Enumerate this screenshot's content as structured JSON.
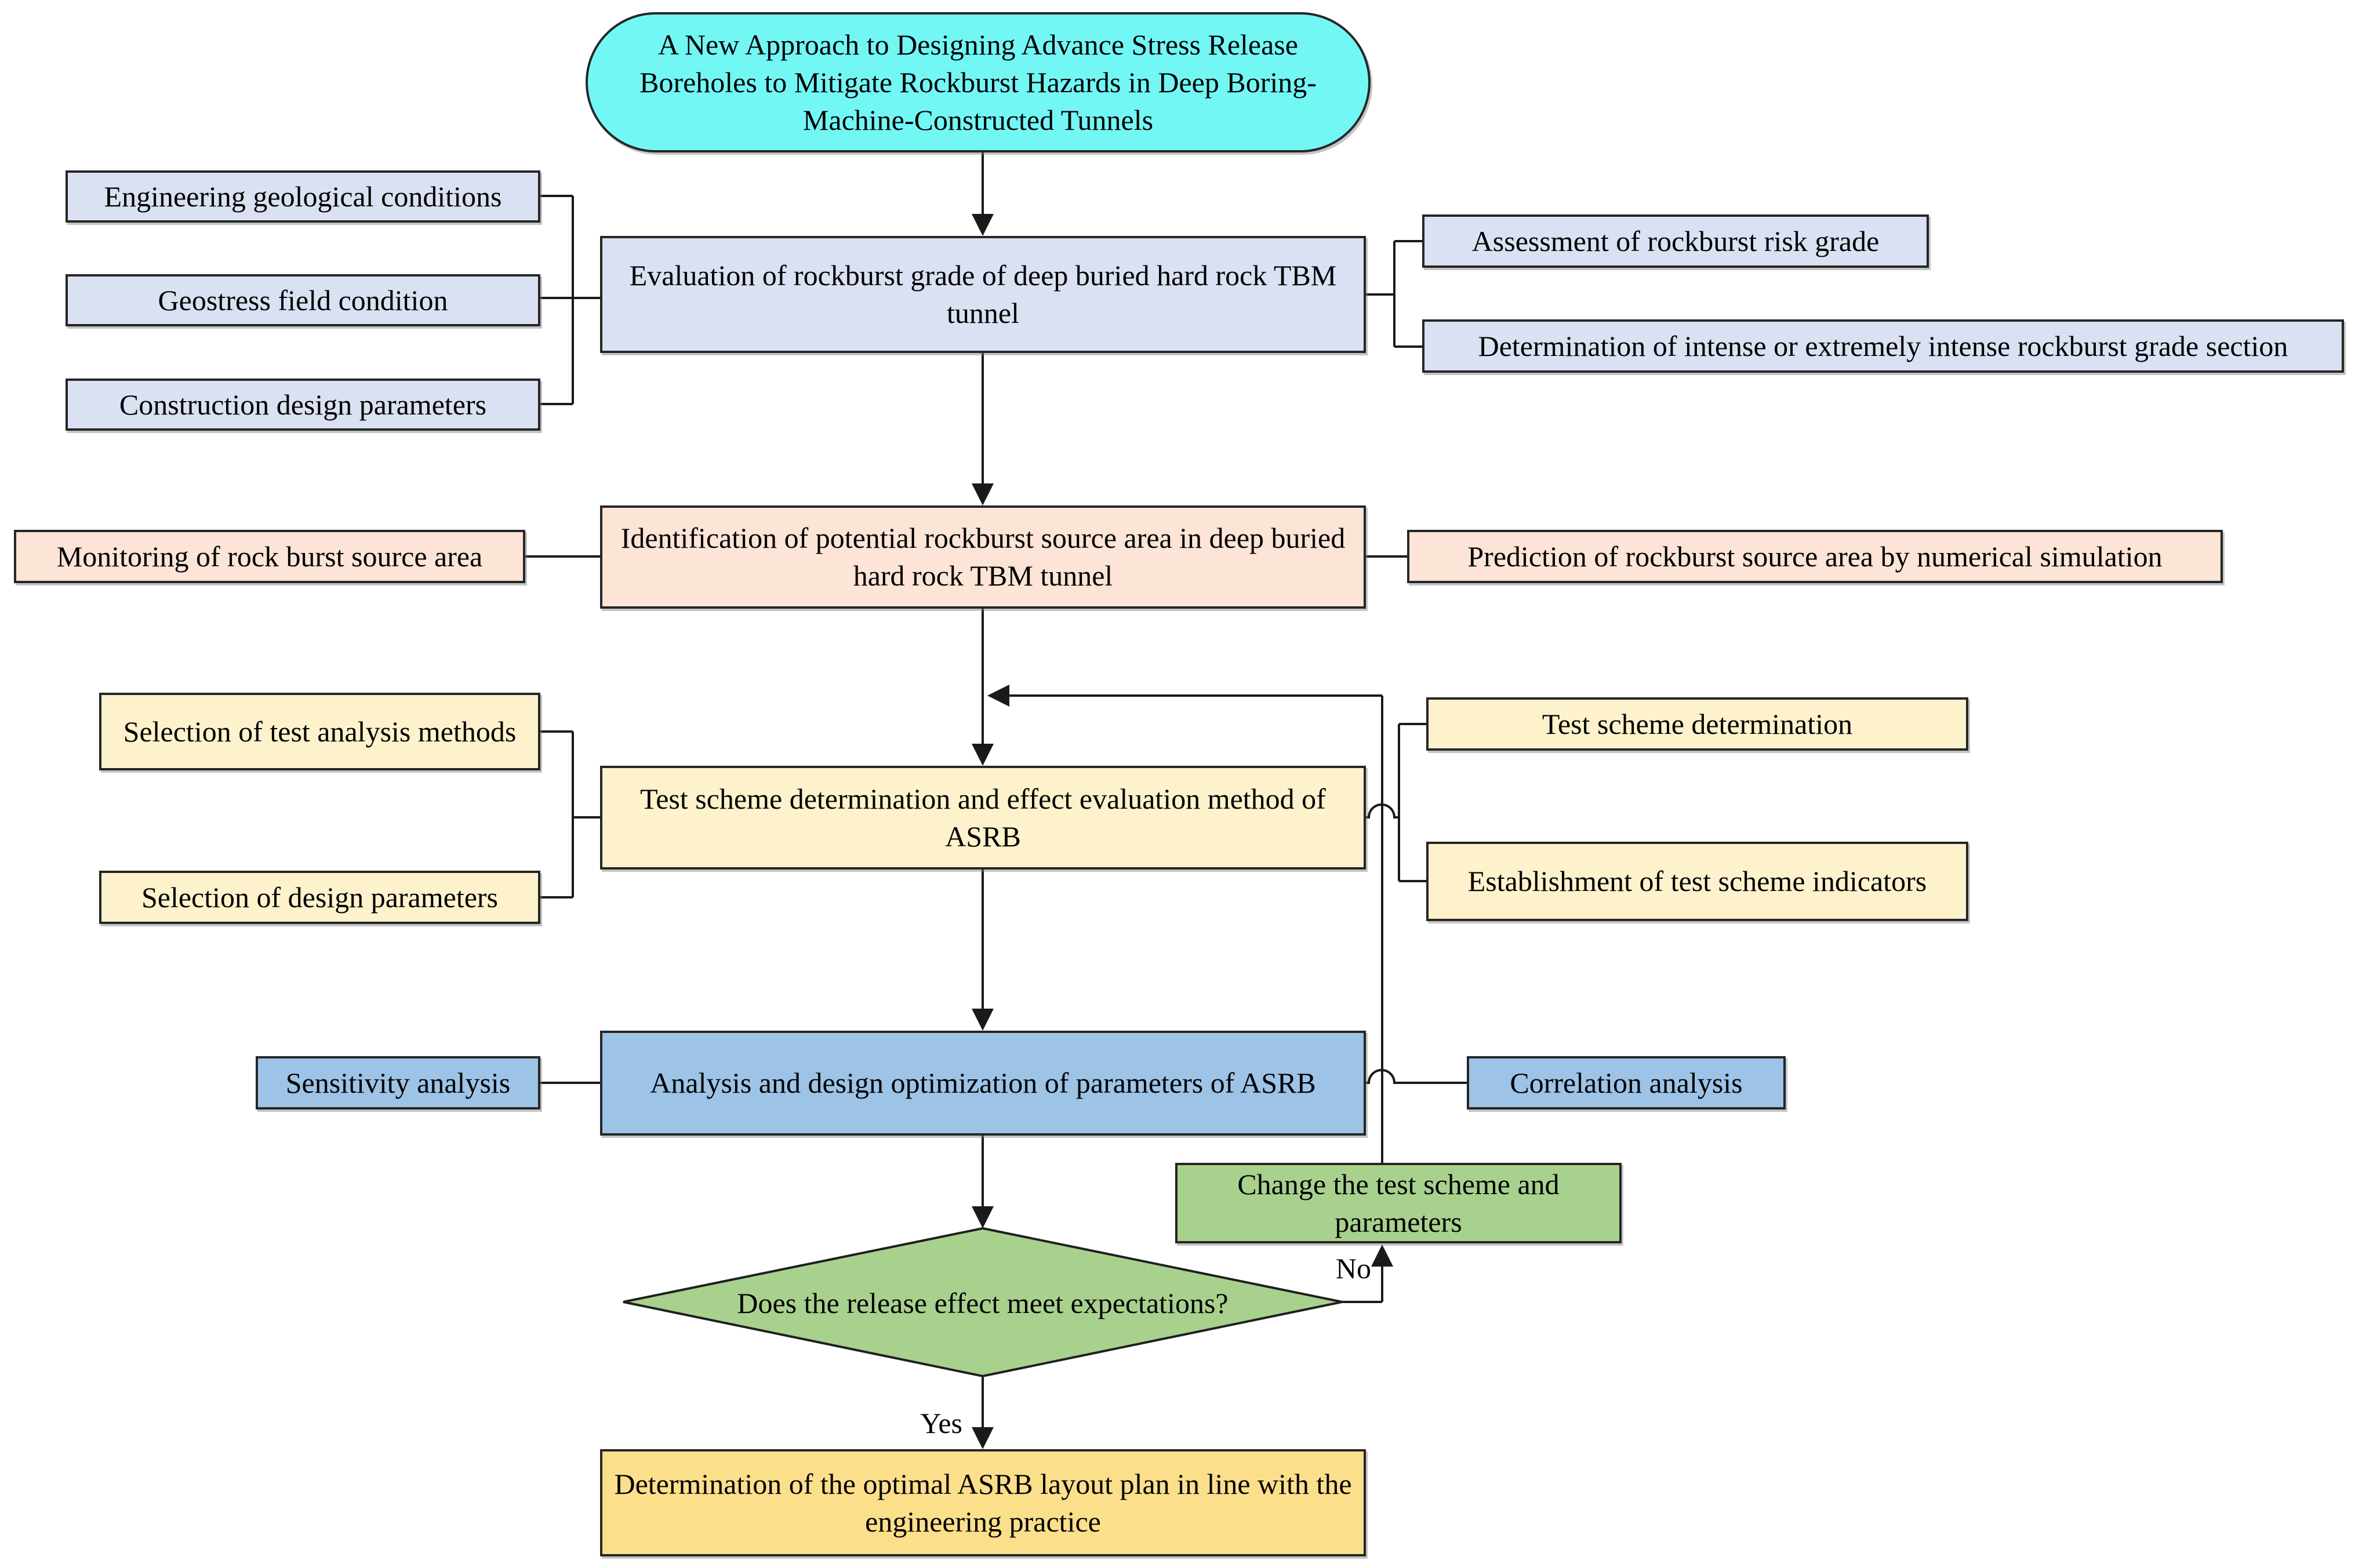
{
  "colors": {
    "cyan": "#72F7F5",
    "lavender": "#D9E1F2",
    "peach": "#FCE4D6",
    "cream": "#FDF2CC",
    "blue": "#9DC3E6",
    "green": "#A9D18E",
    "amber": "#FBDF8B",
    "line": "#1A1A1A"
  },
  "nodes": {
    "title": "A New Approach to Designing Advance Stress Release Boreholes to Mitigate Rockburst Hazards in Deep Boring-Machine-Constructed Tunnels",
    "engineering_geological": "Engineering geological conditions",
    "geostress": "Geostress field condition",
    "construction": "Construction design parameters",
    "evaluation": "Evaluation of rockburst grade of deep buried hard rock TBM tunnel",
    "assessment": "Assessment of rockburst risk grade",
    "grade_section": "Determination of intense or extremely intense rockburst grade section",
    "monitoring": "Monitoring of rock burst source area",
    "identification": "Identification of potential rockburst source area in deep buried hard rock TBM tunnel",
    "prediction": "Prediction of rockburst source area by numerical simulation",
    "test_methods": "Selection of test analysis methods",
    "design_params": "Selection of design parameters",
    "scheme_method": "Test scheme determination and effect evaluation method of ASRB",
    "scheme_determination": "Test scheme determination",
    "scheme_indicators": "Establishment of test scheme indicators",
    "sensitivity": "Sensitivity analysis",
    "optimization": "Analysis and design optimization of parameters of ASRB",
    "correlation": "Correlation analysis",
    "change_scheme": "Change the test scheme and parameters",
    "decision": "Does the release effect meet expectations?",
    "optimal_plan": "Determination of the optimal ASRB layout plan in line with the engineering practice"
  },
  "labels": {
    "yes": "Yes",
    "no": "No"
  }
}
